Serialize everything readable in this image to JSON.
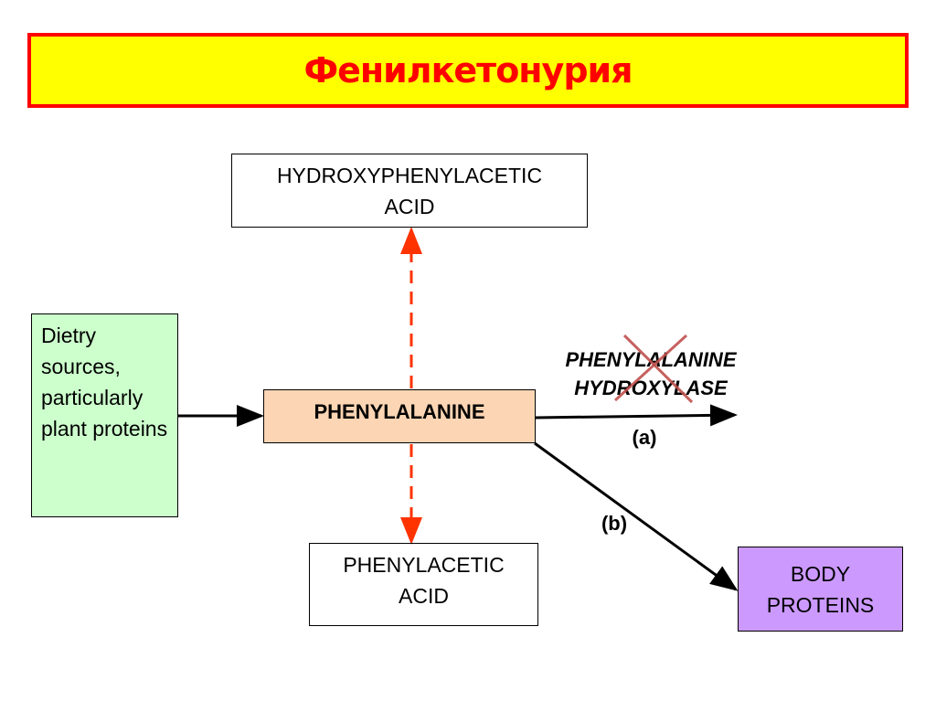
{
  "title": "Фенилкетонурия",
  "nodes": {
    "hydroxyphenylacetic": {
      "line1": "HYDROXYPHENYLACETIC",
      "line2": "ACID"
    },
    "dietary": {
      "text": "Dietry sources, particularly plant proteins"
    },
    "phenylalanine": {
      "text": "PHENYLALANINE"
    },
    "phenylacetic": {
      "line1": "PHENYLACETIC",
      "line2": "ACID"
    },
    "body_proteins": {
      "line1": "BODY",
      "line2": "PROTEINS"
    }
  },
  "enzyme": {
    "line1": "PHENYLALANINE",
    "line2": "HYDROXYLASE",
    "status": "blocked"
  },
  "paths": {
    "a": "(a)",
    "b": "(b)"
  },
  "colors": {
    "title_bg": "#ffff00",
    "title_border": "#ff0000",
    "dietary": "#ccffcc",
    "phenylalanine": "#fcd5b4",
    "body_proteins": "#cc99ff",
    "dashed": "#ff3300",
    "cross": "#c0504d"
  }
}
